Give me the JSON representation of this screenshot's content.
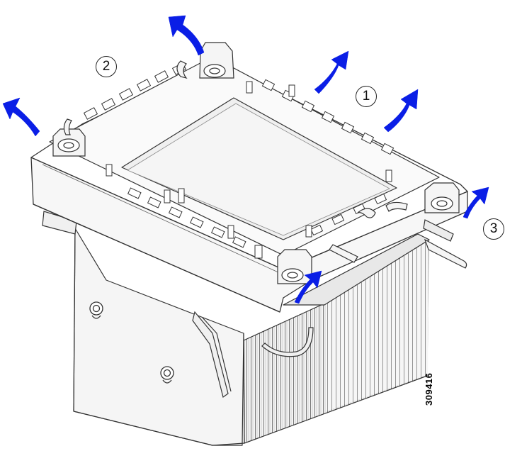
{
  "callouts": {
    "c1": "1",
    "c2": "2",
    "c3": "3"
  },
  "figure_number": "309416",
  "colors": {
    "arrow": "#0a1ee6",
    "line": "#333333",
    "metal": "#f2f2f2",
    "fin": "#ececec"
  },
  "icons": {
    "lift_arrow": "curved-arrow-up-icon"
  }
}
